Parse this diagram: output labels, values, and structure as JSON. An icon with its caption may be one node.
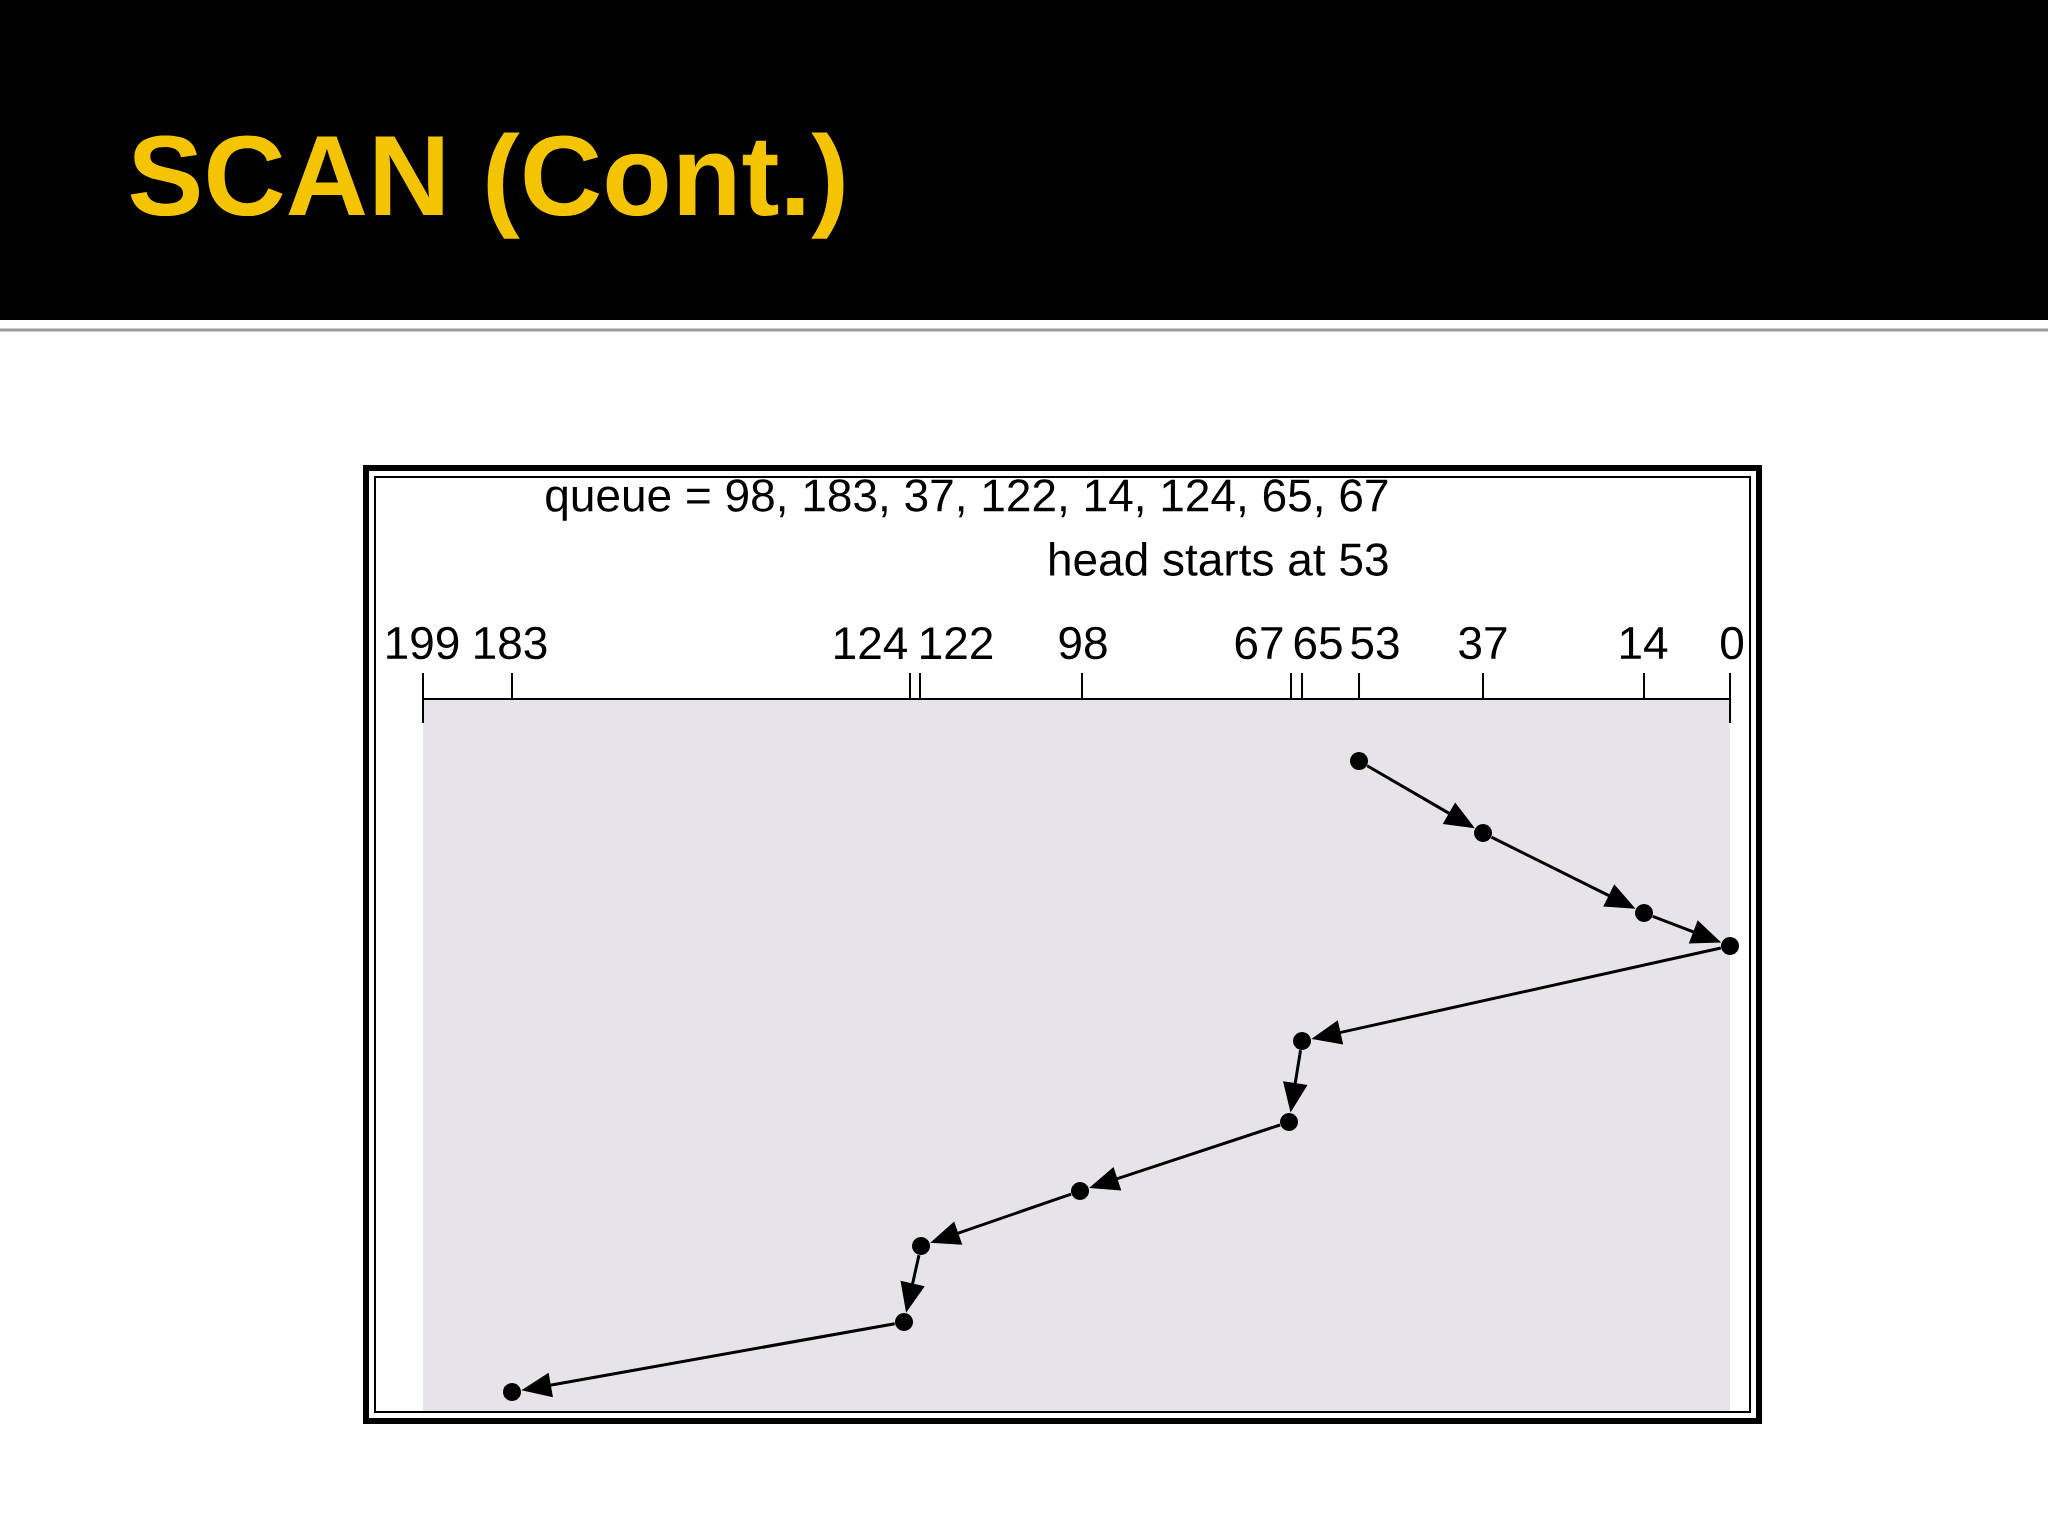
{
  "diagram": {
    "title": "SCAN (Cont.)",
    "nodes": [
      {
        "text": [],
        "shape": "circle"
      },
      {
        "text": [],
        "shape": "circle"
      },
      {
        "text": [],
        "shape": "circle"
      },
      {
        "text": [],
        "shape": "circle"
      },
      {
        "text": [],
        "shape": "circle"
      },
      {
        "text": [],
        "shape": "circle"
      },
      {
        "text": [],
        "shape": "circle"
      },
      {
        "text": [],
        "shape": "circle"
      },
      {
        "text": [],
        "shape": "circle"
      },
      {
        "text": [],
        "shape": "circle"
      }
    ],
    "edges": [
      {
        "from": 0,
        "to": 1,
        "arrow": "to"
      },
      {
        "from": 1,
        "to": 2,
        "arrow": "to"
      },
      {
        "from": 2,
        "to": 3,
        "arrow": "to"
      },
      {
        "from": 3,
        "to": 4,
        "arrow": "to"
      },
      {
        "from": 4,
        "to": 5,
        "arrow": "to"
      },
      {
        "from": 5,
        "to": 6,
        "arrow": "to"
      },
      {
        "from": 6,
        "to": 7,
        "arrow": "to"
      },
      {
        "from": 7,
        "to": 8,
        "arrow": "to"
      },
      {
        "from": 8,
        "to": 9,
        "arrow": "to"
      }
    ],
    "labels": [
      "queue = 98, 183, 37, 122, 14, 124, 65, 67",
      "head starts at 53",
      "199",
      "183",
      "124",
      "122",
      "98",
      "67",
      "65",
      "53",
      "37",
      "14",
      "0"
    ]
  }
}
